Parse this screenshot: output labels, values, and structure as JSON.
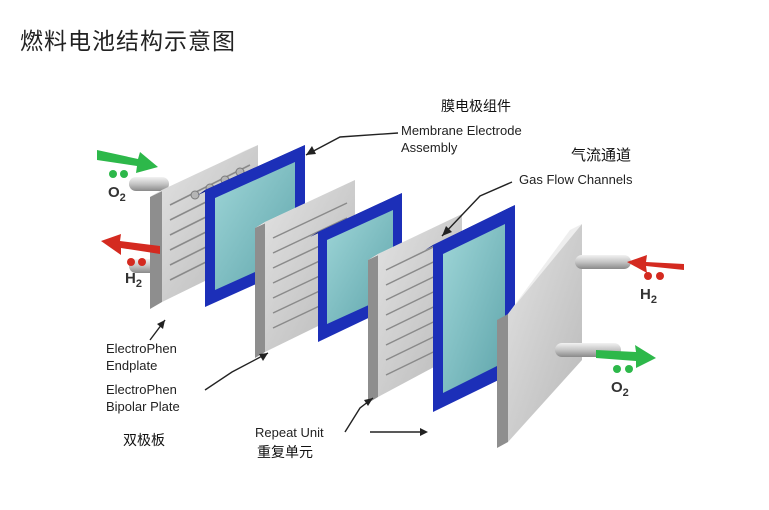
{
  "title": "燃料电池结构示意图",
  "labels": {
    "mea_zh": "膜电极组件",
    "mea_en_line1": "Membrane Electrode",
    "mea_en_line2": "Assembly",
    "gas_zh": "气流通道",
    "gas_en": "Gas Flow Channels",
    "endplate_line1": "ElectroPhen",
    "endplate_line2": "Endplate",
    "bipolar_line1": "ElectroPhen",
    "bipolar_line2": "Bipolar Plate",
    "bipolar_zh": "双极板",
    "repeat_en": "Repeat Unit",
    "repeat_zh": "重复单元"
  },
  "gases": {
    "o2_left": {
      "symbol": "O",
      "sub": "2"
    },
    "h2_left": {
      "symbol": "H",
      "sub": "2"
    },
    "h2_right": {
      "symbol": "H",
      "sub": "2"
    },
    "o2_right": {
      "symbol": "O",
      "sub": "2"
    }
  },
  "colors": {
    "plate_face": "#c9c9c9",
    "plate_side": "#8e8e8e",
    "membrane_frame": "#1c2fb8",
    "membrane_core": "#7fc1c4",
    "oxygen": "#2db84a",
    "hydrogen": "#d42a20"
  }
}
